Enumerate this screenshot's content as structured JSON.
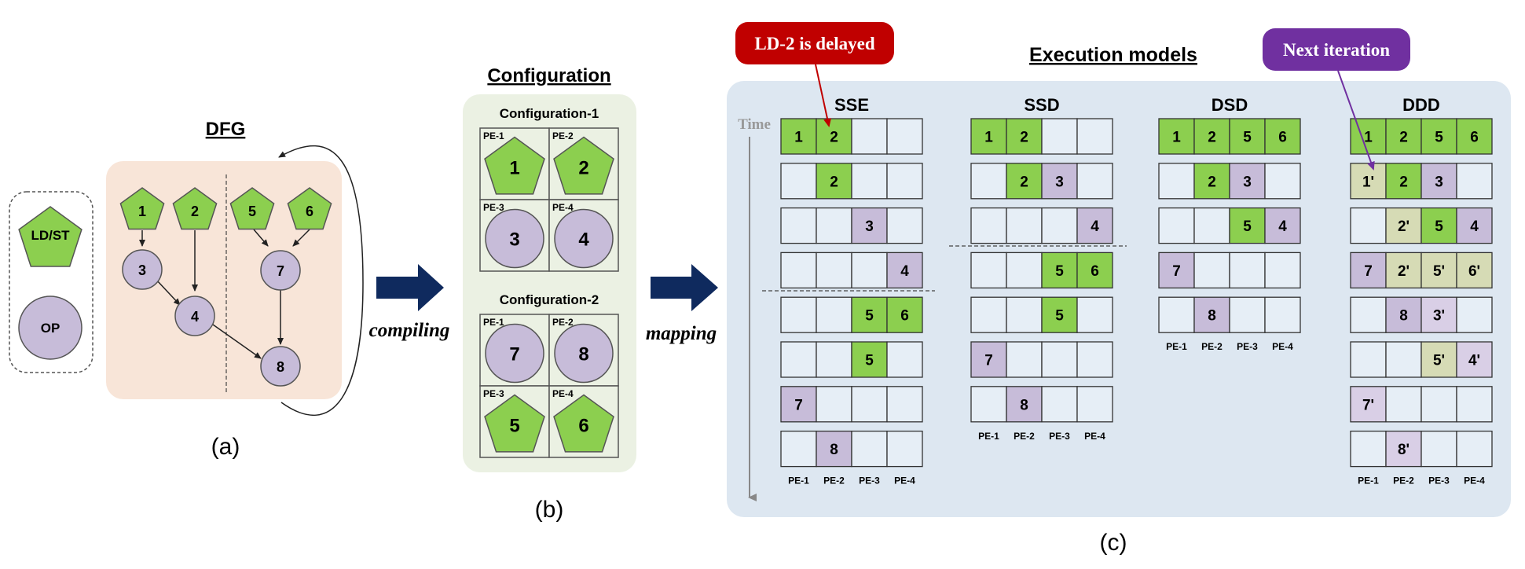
{
  "legend": {
    "ldst": "LD/ST",
    "op": "OP"
  },
  "dfg": {
    "title": "DFG",
    "nodes": [
      {
        "label": "1",
        "kind": "ldst"
      },
      {
        "label": "2",
        "kind": "ldst"
      },
      {
        "label": "3",
        "kind": "op"
      },
      {
        "label": "4",
        "kind": "op"
      },
      {
        "label": "5",
        "kind": "ldst"
      },
      {
        "label": "6",
        "kind": "ldst"
      },
      {
        "label": "7",
        "kind": "op"
      },
      {
        "label": "8",
        "kind": "op"
      }
    ],
    "caption": "(a)"
  },
  "arrows": {
    "compile": "compiling",
    "map": "mapping"
  },
  "configuration": {
    "title": "Configuration",
    "configs": [
      {
        "name": "Configuration-1",
        "pes": [
          {
            "pe": "PE-1",
            "node": "1",
            "kind": "ldst"
          },
          {
            "pe": "PE-2",
            "node": "2",
            "kind": "ldst"
          },
          {
            "pe": "PE-3",
            "node": "3",
            "kind": "op"
          },
          {
            "pe": "PE-4",
            "node": "4",
            "kind": "op"
          }
        ]
      },
      {
        "name": "Configuration-2",
        "pes": [
          {
            "pe": "PE-1",
            "node": "7",
            "kind": "op"
          },
          {
            "pe": "PE-2",
            "node": "8",
            "kind": "op"
          },
          {
            "pe": "PE-3",
            "node": "5",
            "kind": "ldst"
          },
          {
            "pe": "PE-4",
            "node": "6",
            "kind": "ldst"
          }
        ]
      }
    ],
    "caption": "(b)"
  },
  "execution": {
    "title": "Execution models",
    "time_label": "Time",
    "pe_labels": [
      "PE-1",
      "PE-2",
      "PE-3",
      "PE-4"
    ],
    "callouts": {
      "delayed": "LD-2 is delayed",
      "next": "Next iteration"
    },
    "colors": {
      "green": "#8ccf4f",
      "purple": "#c7bcd9",
      "olive": "#d6dbb5",
      "lavender": "#d9cfe6",
      "cell": "#e6eef6"
    },
    "models": [
      {
        "name": "SSE",
        "rows": [
          [
            [
              "1",
              "g"
            ],
            [
              "2",
              "g"
            ],
            [
              "",
              ""
            ],
            [
              "",
              ""
            ]
          ],
          [
            [
              "",
              ""
            ],
            [
              "2",
              "g"
            ],
            [
              "",
              ""
            ],
            [
              "",
              ""
            ]
          ],
          [
            [
              "",
              ""
            ],
            [
              "",
              ""
            ],
            [
              "3",
              "p"
            ],
            [
              "",
              ""
            ]
          ],
          [
            [
              "",
              ""
            ],
            [
              "",
              ""
            ],
            [
              "",
              ""
            ],
            [
              "4",
              "p"
            ]
          ],
          [
            [
              "",
              ""
            ],
            [
              "",
              ""
            ],
            [
              "5",
              "g"
            ],
            [
              "6",
              "g"
            ]
          ],
          [
            [
              "",
              ""
            ],
            [
              "",
              ""
            ],
            [
              "5",
              "g"
            ],
            [
              "",
              ""
            ]
          ],
          [
            [
              "7",
              "p"
            ],
            [
              "",
              ""
            ],
            [
              "",
              ""
            ],
            [
              "",
              ""
            ]
          ],
          [
            [
              "",
              ""
            ],
            [
              "8",
              "p"
            ],
            [
              "",
              ""
            ],
            [
              "",
              ""
            ]
          ]
        ]
      },
      {
        "name": "SSD",
        "rows": [
          [
            [
              "1",
              "g"
            ],
            [
              "2",
              "g"
            ],
            [
              "",
              ""
            ],
            [
              "",
              ""
            ]
          ],
          [
            [
              "",
              ""
            ],
            [
              "2",
              "g"
            ],
            [
              "3",
              "p"
            ],
            [
              "",
              ""
            ]
          ],
          [
            [
              "",
              ""
            ],
            [
              "",
              ""
            ],
            [
              "",
              ""
            ],
            [
              "4",
              "p"
            ]
          ],
          [
            [
              "",
              ""
            ],
            [
              "",
              ""
            ],
            [
              "5",
              "g"
            ],
            [
              "6",
              "g"
            ]
          ],
          [
            [
              "",
              ""
            ],
            [
              "",
              ""
            ],
            [
              "5",
              "g"
            ],
            [
              "",
              ""
            ]
          ],
          [
            [
              "7",
              "p"
            ],
            [
              "",
              ""
            ],
            [
              "",
              ""
            ],
            [
              "",
              ""
            ]
          ],
          [
            [
              "",
              ""
            ],
            [
              "8",
              "p"
            ],
            [
              "",
              ""
            ],
            [
              "",
              ""
            ]
          ]
        ]
      },
      {
        "name": "DSD",
        "rows": [
          [
            [
              "1",
              "g"
            ],
            [
              "2",
              "g"
            ],
            [
              "5",
              "g"
            ],
            [
              "6",
              "g"
            ]
          ],
          [
            [
              "",
              ""
            ],
            [
              "2",
              "g"
            ],
            [
              "3",
              "p"
            ],
            [
              "",
              ""
            ]
          ],
          [
            [
              "",
              ""
            ],
            [
              "",
              ""
            ],
            [
              "5",
              "g"
            ],
            [
              "4",
              "p"
            ]
          ],
          [
            [
              "7",
              "p"
            ],
            [
              "",
              ""
            ],
            [
              "",
              ""
            ],
            [
              "",
              ""
            ]
          ],
          [
            [
              "",
              ""
            ],
            [
              "8",
              "p"
            ],
            [
              "",
              ""
            ],
            [
              "",
              ""
            ]
          ]
        ]
      },
      {
        "name": "DDD",
        "rows": [
          [
            [
              "1",
              "g"
            ],
            [
              "2",
              "g"
            ],
            [
              "5",
              "g"
            ],
            [
              "6",
              "g"
            ]
          ],
          [
            [
              "1'",
              "o"
            ],
            [
              "2",
              "g"
            ],
            [
              "3",
              "p"
            ],
            [
              "",
              ""
            ]
          ],
          [
            [
              "",
              ""
            ],
            [
              "2'",
              "o"
            ],
            [
              "5",
              "g"
            ],
            [
              "4",
              "p"
            ]
          ],
          [
            [
              "7",
              "p"
            ],
            [
              "2'",
              "o"
            ],
            [
              "5'",
              "o"
            ],
            [
              "6'",
              "o"
            ]
          ],
          [
            [
              "",
              ""
            ],
            [
              "8",
              "p"
            ],
            [
              "3'",
              "l"
            ],
            [
              "",
              ""
            ]
          ],
          [
            [
              "",
              ""
            ],
            [
              "",
              ""
            ],
            [
              "5'",
              "o"
            ],
            [
              "4'",
              "l"
            ]
          ],
          [
            [
              "7'",
              "l"
            ],
            [
              "",
              ""
            ],
            [
              "",
              ""
            ],
            [
              "",
              ""
            ]
          ],
          [
            [
              "",
              ""
            ],
            [
              "8'",
              "l"
            ],
            [
              "",
              ""
            ],
            [
              "",
              ""
            ]
          ]
        ]
      }
    ],
    "caption": "(c)"
  }
}
